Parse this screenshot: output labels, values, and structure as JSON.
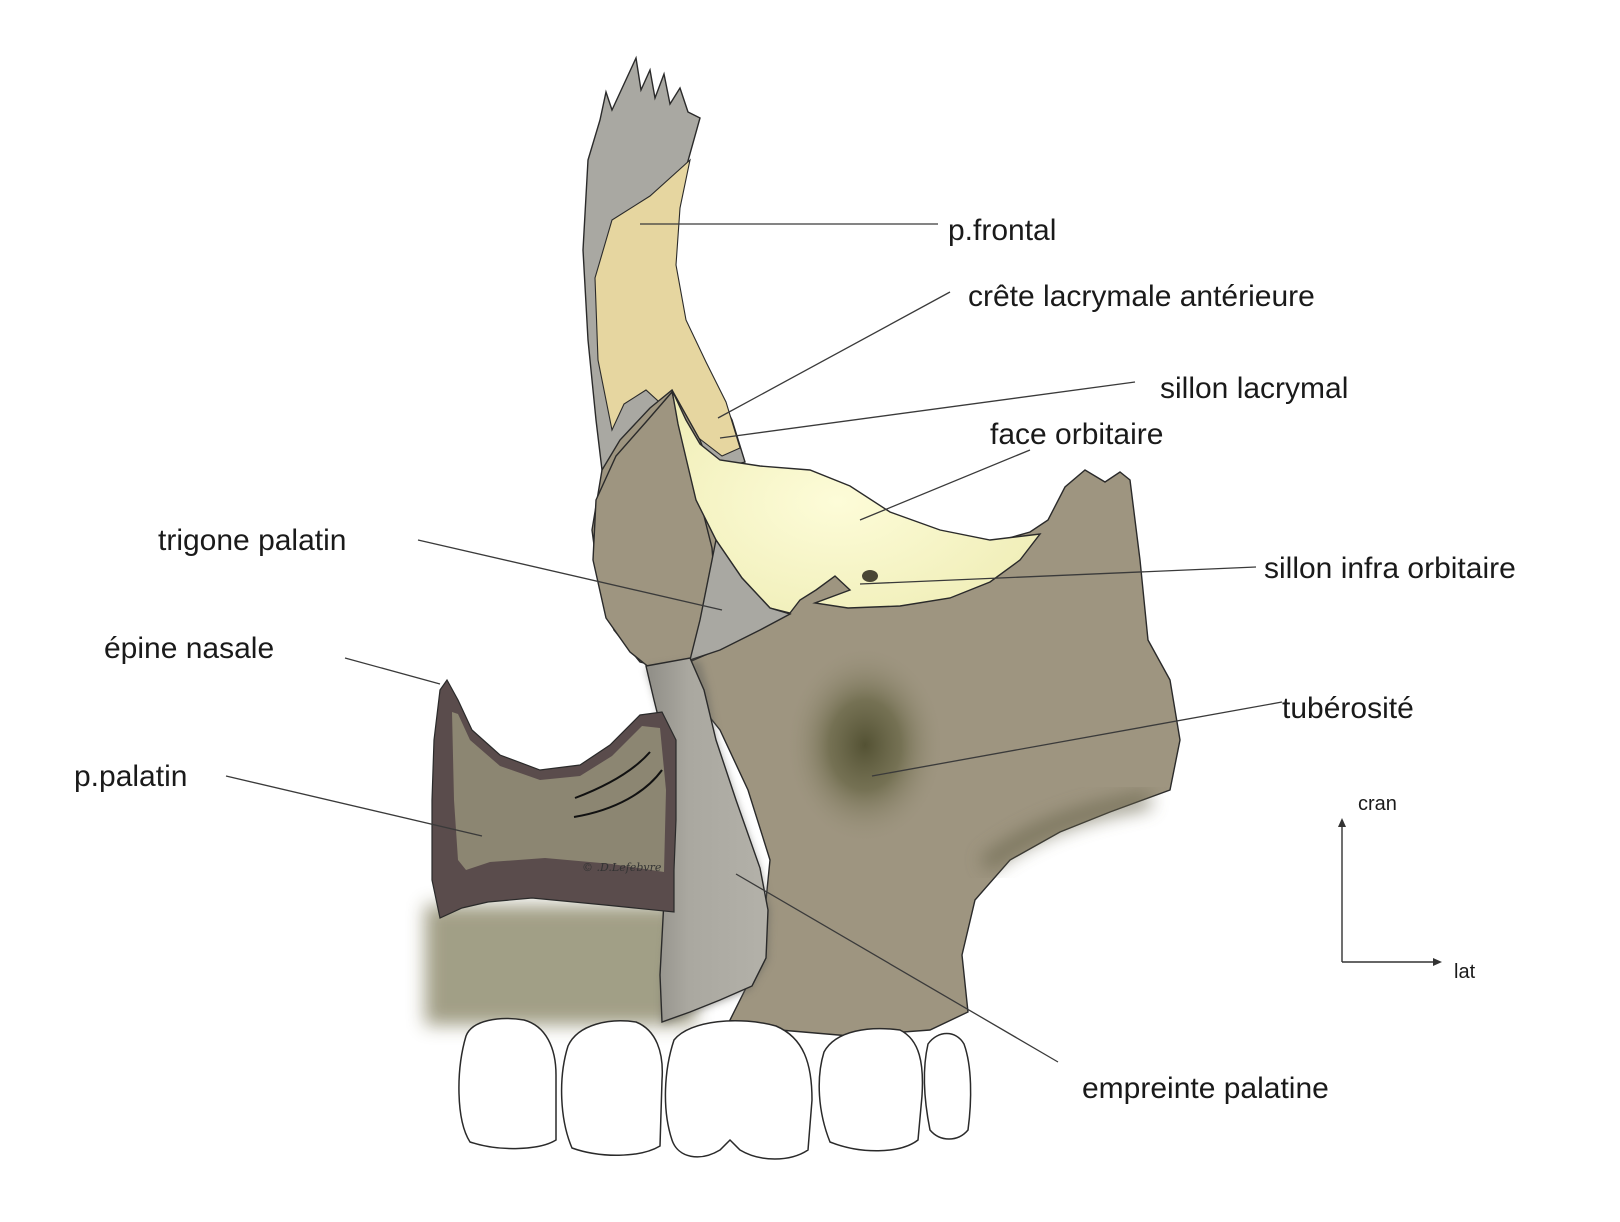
{
  "labels": {
    "p_frontal": "p.frontal",
    "crete_lacrymale_anterieure": "crête lacrymale antérieure",
    "sillon_lacrymal": "sillon lacrymal",
    "face_orbitaire": "face orbitaire",
    "trigone_palatin": "trigone palatin",
    "sillon_infra_orbitaire": "sillon infra orbitaire",
    "epine_nasale": "épine nasale",
    "tuberosite": "tubérosité",
    "p_palatin": "p.palatin",
    "empreinte_palatine": "empreinte palatine"
  },
  "orientation": {
    "up": "cran",
    "right": "lat"
  },
  "signature": "© .D.Lefebvre",
  "colors": {
    "body_bone": "#9e9580",
    "frontal_outer": "#a9a8a2",
    "frontal_inner": "#e6d6a0",
    "orbit_face": "#f8f6c8",
    "tuberosity_shadow": "#545234",
    "palatine_process": "#8c8672",
    "palatine_border": "#5a4c4c",
    "empreinte": "#a8a69e",
    "alveolar_blur": "#9d9a80",
    "teeth": "#ffffff"
  }
}
